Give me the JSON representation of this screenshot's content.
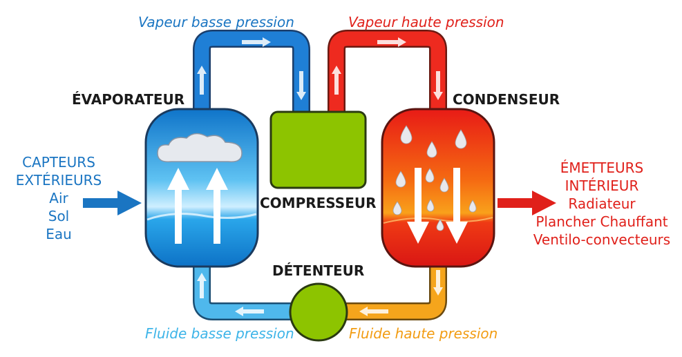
{
  "labels": {
    "vapeur_basse": "Vapeur basse pression",
    "vapeur_haute": "Vapeur haute pression",
    "fluide_basse": "Fluide basse pression",
    "fluide_haute": "Fluide haute pression",
    "evaporateur": "ÉVAPORATEUR",
    "condenseur": "CONDENSEUR",
    "compresseur": "COMPRESSEUR",
    "detenteur": "DÉTENTEUR"
  },
  "left_block": {
    "lines": [
      "CAPTEURS",
      "EXTÉRIEURS",
      "Air",
      "Sol",
      "Eau"
    ]
  },
  "right_block": {
    "lines": [
      "ÉMETTEURS",
      "INTÉRIEUR",
      "Radiateur",
      "Plancher Chauffant",
      "Ventilo-convecteurs"
    ]
  },
  "colors": {
    "blue_pipe": "#1f7fd6",
    "light_blue_pipe": "#4fb8ec",
    "red_pipe": "#ee2a1f",
    "orange_pipe": "#f5a51c",
    "green": "#8dc400",
    "text_blue": "#1a75c2",
    "text_light_blue": "#3db4e8",
    "text_red": "#e0201a",
    "text_orange": "#f29c12",
    "text_dark": "#1a1a1a"
  }
}
